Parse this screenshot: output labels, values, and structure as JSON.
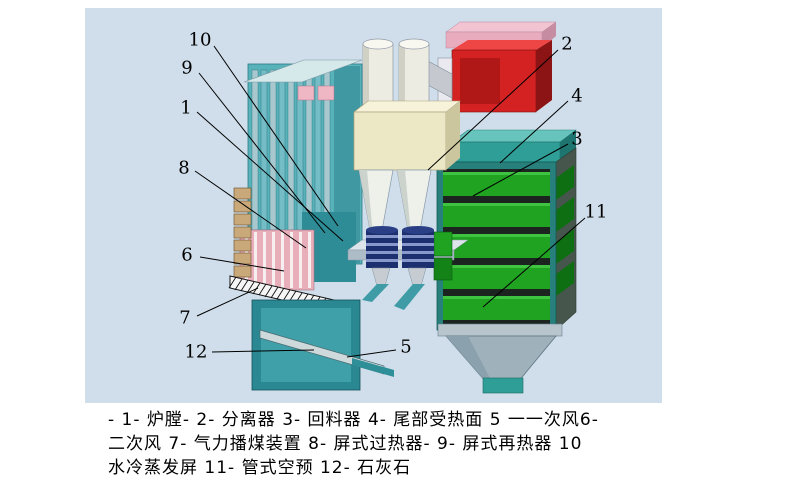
{
  "colors": {
    "panel": "#cfdeea",
    "furnace-teal": "#57b2ba",
    "furnace-dark": "#2a8892",
    "separator-cream": "#ece8c6",
    "duct-red": "#d42222",
    "band-green": "#1fa321",
    "seal-navy": "#1c2f6e",
    "platen-pink": "#e8aeba",
    "burner-tan": "#c9a97a",
    "hopper-gray": "#9fb2bc"
  },
  "callouts": {
    "c1": "1",
    "c2": "2",
    "c3": "3",
    "c4": "4",
    "c5": "5",
    "c6": "6",
    "c7": "7",
    "c8": "8",
    "c9": "9",
    "c10": "10",
    "c11": "11",
    "c12": "12"
  },
  "legend": [
    {
      "num": "1",
      "name": "炉膛"
    },
    {
      "num": "2",
      "name": "分离器"
    },
    {
      "num": "3",
      "name": "回料器"
    },
    {
      "num": "4",
      "name": "尾部受热面"
    },
    {
      "num": "5",
      "name": "一次风"
    },
    {
      "num": "6",
      "name": "二次风"
    },
    {
      "num": "7",
      "name": "气力播煤装置"
    },
    {
      "num": "8",
      "name": "屏式过热器"
    },
    {
      "num": "9",
      "name": "屏式再热器"
    },
    {
      "num": "10",
      "name": "水冷蒸发屏"
    },
    {
      "num": "11",
      "name": "管式空预"
    },
    {
      "num": "12",
      "name": "石灰石"
    }
  ],
  "caption": {
    "line1": "- 1- 炉膛- 2- 分离器  3- 回料器 4- 尾部受热面 5 一一次风6-",
    "line2": "二次风 7- 气力播煤装置  8- 屏式过热器- 9- 屏式再热器  10",
    "line3": "水冷蒸发屏  11- 管式空预   12- 石灰石"
  }
}
